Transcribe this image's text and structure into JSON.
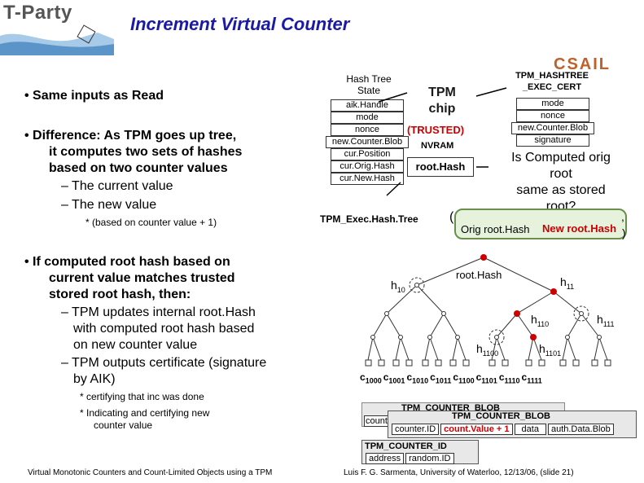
{
  "logo": {
    "text": "T-Party",
    "csail": "CSAIL"
  },
  "title": "Increment Virtual Counter",
  "bullets": {
    "b1": "• Same inputs as Read",
    "b2_line1": "• Difference: As TPM goes up tree,",
    "b2_line2": "it computes two sets of hashes",
    "b2_line3": "based on two counter values",
    "b2_sub1": "– The current value",
    "b2_sub2": "– The new value",
    "b2_note": "* (based on counter value + 1)",
    "b3_line1": "• If computed root hash based on",
    "b3_line2": "current value matches trusted",
    "b3_line3": "stored root hash, then:",
    "b3_sub1_l1": "– TPM updates internal root.Hash",
    "b3_sub1_l2": "with computed root hash based",
    "b3_sub1_l3": "on new counter value",
    "b3_sub2_l1": "– TPM outputs certificate (signature",
    "b3_sub2_l2": "by AIK)",
    "b3_note1": "* certifying that inc was done",
    "b3_note2_l1": "* Indicating and certifying new",
    "b3_note2_l2": "counter value"
  },
  "hash_tree_state": {
    "label_l1": "Hash Tree",
    "label_l2": "State",
    "fields": [
      "aik.Handle",
      "mode",
      "nonce",
      "new.Counter.Blob",
      "cur.Position",
      "cur.Orig.Hash",
      "cur.New.Hash"
    ]
  },
  "tpm_chip": {
    "l1": "TPM",
    "l2": "chip",
    "trusted": "(TRUSTED)",
    "nvram": "NVRAM",
    "roothash": "root.Hash"
  },
  "cert": {
    "title_l1": "TPM_HASHTREE",
    "title_l2": "_EXEC_CERT",
    "fields": [
      "mode",
      "nonce",
      "new.Counter.Blob",
      "signature"
    ]
  },
  "question": {
    "l1": "Is Computed orig",
    "l2": "root",
    "l3": "same as stored",
    "l4": "root?"
  },
  "exec_call": {
    "fn": "TPM_Exec.Hash.Tree",
    "open": "(",
    "close": ")",
    "comma": ",",
    "orig": "Orig root.Hash",
    "new": "New root.Hash"
  },
  "tree": {
    "roothash": "root.Hash",
    "h10": "h",
    "h10_sub": "10",
    "h11": "h",
    "h11_sub": "11",
    "h110": "h",
    "h110_sub": "110",
    "h111": "h",
    "h111_sub": "111",
    "h1100": "h",
    "h1100_sub": "1100",
    "h1101": "h",
    "h1101_sub": "1101",
    "leaves": [
      {
        "c": "c",
        "s": "1000"
      },
      {
        "c": "c",
        "s": "1001"
      },
      {
        "c": "c",
        "s": "1010"
      },
      {
        "c": "c",
        "s": "1011"
      },
      {
        "c": "c",
        "s": "1100"
      },
      {
        "c": "c",
        "s": "1101"
      },
      {
        "c": "c",
        "s": "1110"
      },
      {
        "c": "c",
        "s": "1111"
      }
    ]
  },
  "blob": {
    "back_title": "TPM_COUNTER_BLOB",
    "front_title": "TPM_COUNTER_BLOB",
    "back_left": "count",
    "fields": [
      "counter.ID",
      "count.Value + 1",
      "data",
      "auth.Data.Blob"
    ],
    "id_title": "TPM_COUNTER_ID",
    "id_fields": [
      "address",
      "random.ID"
    ]
  },
  "footer": {
    "left": "Virtual Monotonic Counters and Count-Limited Objects using a TPM",
    "right": "Luis F. G. Sarmenta, University of Waterloo, 12/13/06, (slide 21)"
  },
  "colors": {
    "title": "#1a1aa6",
    "red_node": "#cc0000",
    "green_box": "#e6f2dc",
    "csail": "#c0602a"
  }
}
